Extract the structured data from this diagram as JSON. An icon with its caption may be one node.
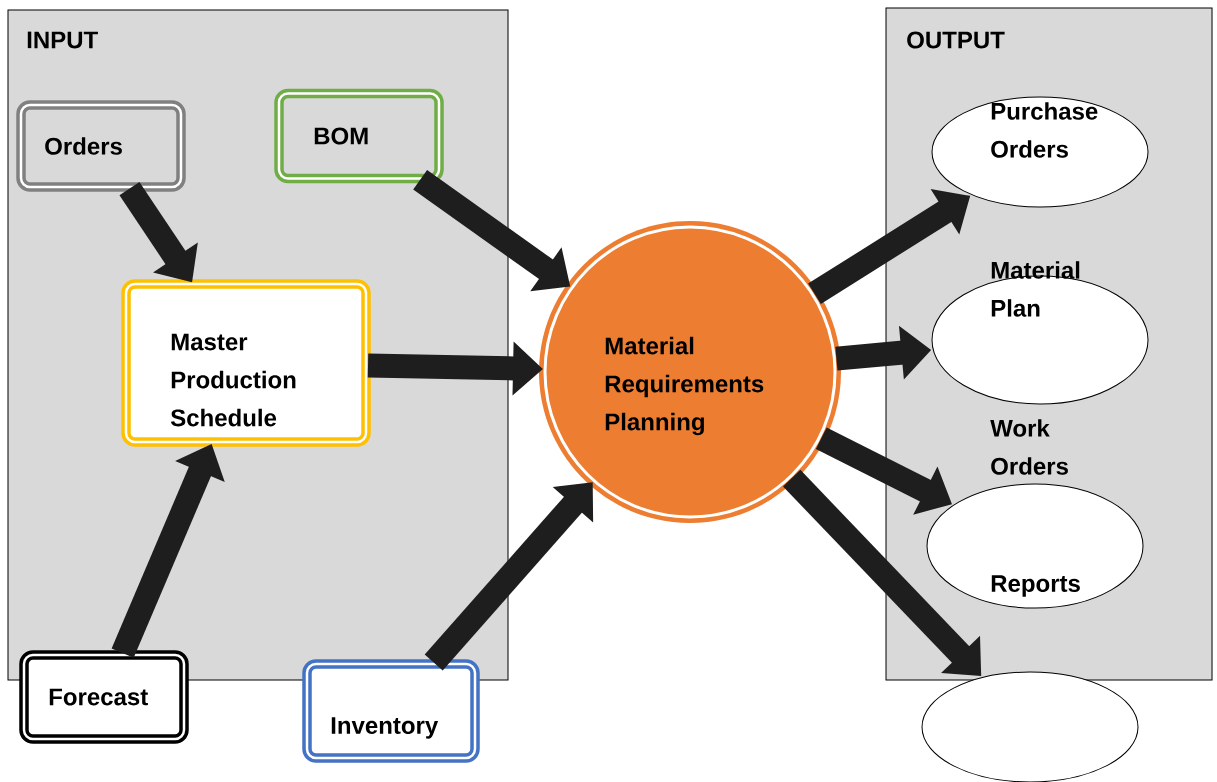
{
  "diagram": {
    "nodes": [
      {
        "text": [
          "INPUT"
        ]
      },
      {
        "text": [
          "Orders"
        ],
        "in": 0
      },
      {
        "text": [
          "BOM"
        ],
        "in": 0
      },
      {
        "text": [
          "Master Production Schedule"
        ],
        "in": 0
      },
      {
        "text": [
          "Forecast"
        ]
      },
      {
        "text": [
          "Inventory"
        ]
      },
      {
        "text": [
          "Material Requirements Planning"
        ]
      },
      {
        "text": [
          "OUTPUT"
        ]
      },
      {
        "text": [
          "Purchase Orders"
        ],
        "in": 7
      },
      {
        "text": [
          "Material Plan"
        ],
        "in": 7
      },
      {
        "text": [
          "Work Orders",
          "Reports"
        ],
        "in": 7
      },
      {
        "text": [],
        "shape": "ellipse"
      }
    ],
    "edges": [
      {
        "from": 1,
        "to": 3,
        "arrow": "to"
      },
      {
        "from": 4,
        "to": 3,
        "arrow": "to"
      },
      {
        "from": 2,
        "to": 6,
        "arrow": "to"
      },
      {
        "from": 3,
        "to": 6,
        "arrow": "to"
      },
      {
        "from": 5,
        "to": 6,
        "arrow": "to"
      },
      {
        "from": 6,
        "to": 8,
        "arrow": "to"
      },
      {
        "from": 6,
        "to": 9,
        "arrow": "to"
      },
      {
        "from": 6,
        "to": 10,
        "arrow": "to"
      },
      {
        "from": 6,
        "to": 11,
        "arrow": "to"
      }
    ]
  }
}
